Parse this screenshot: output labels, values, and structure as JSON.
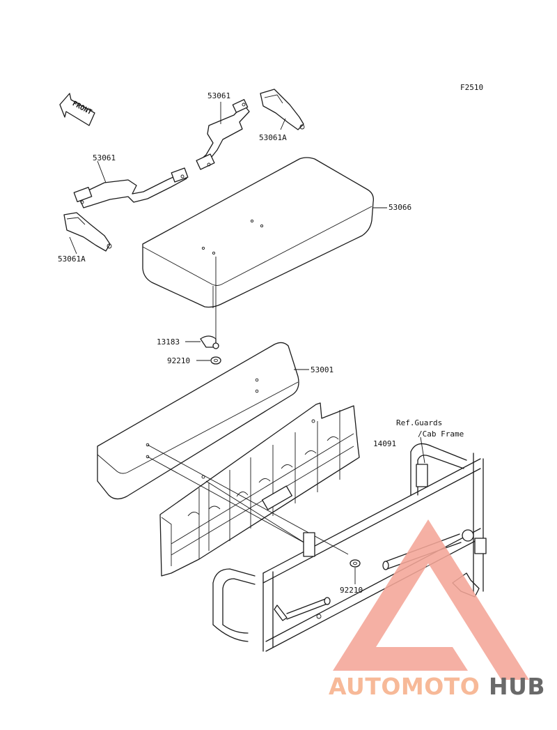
{
  "figure_code": "F2510",
  "front_marker": "FRONT",
  "callouts": [
    {
      "id": "strap-top",
      "text": "53061"
    },
    {
      "id": "buckle-top",
      "text": "53061A"
    },
    {
      "id": "strap-left",
      "text": "53061"
    },
    {
      "id": "buckle-left",
      "text": "53061A"
    },
    {
      "id": "seat-cushion",
      "text": "53066"
    },
    {
      "id": "clamp",
      "text": "13183"
    },
    {
      "id": "nut-upper",
      "text": "92210"
    },
    {
      "id": "seat-base",
      "text": "53001"
    },
    {
      "id": "frame",
      "text": "14091"
    },
    {
      "id": "nut-lower",
      "text": "92210"
    }
  ],
  "reference_note": {
    "line1": "Ref.Guards",
    "line2": "/Cab Frame"
  },
  "watermark": {
    "part1": "AUTOMOTO",
    "part2": "HUB",
    "color_primary": "#f4a698",
    "color_secondary": "#f8c89a",
    "color_dark": "#555555"
  }
}
